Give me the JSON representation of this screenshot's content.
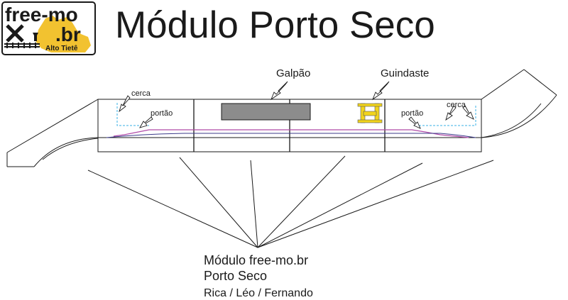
{
  "logo": {
    "text_main": "free-mo",
    "text_sub": ".br",
    "text_region": "Alto Tietê",
    "icon": "railway-crossing-logo-icon"
  },
  "title": "Módulo Porto Seco",
  "labels": {
    "galpao": "Galpão",
    "guindaste": "Guindaste",
    "cerca_left": "cerca",
    "cerca_right": "cerca",
    "portao_left": "portão",
    "portao_right": "portão"
  },
  "caption": {
    "line1": "Módulo free-mo.br",
    "line2": "Porto Seco",
    "line3": "Rica / Léo / Fernando"
  },
  "colors": {
    "fence": "#3ab0e6",
    "track_purple": "#b04aa8",
    "track_dark": "#3b3a8a",
    "building": "#8c8c8c",
    "crane": "#f2d41c",
    "logo_yellow": "#f2c230"
  }
}
